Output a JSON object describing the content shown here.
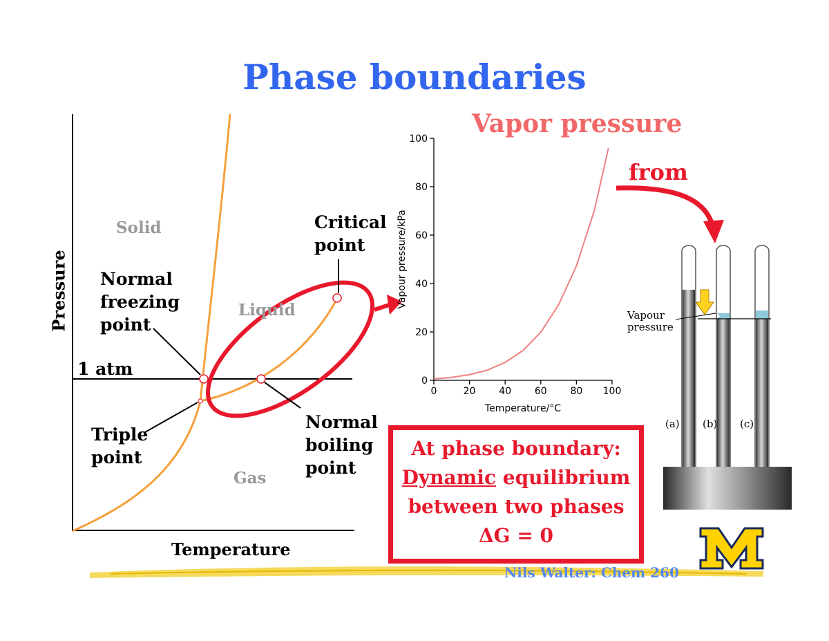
{
  "title": "Phase boundaries",
  "phase_diagram": {
    "x_axis_label": "Temperature",
    "y_axis_label": "Pressure",
    "regions": {
      "solid": "Solid",
      "liquid": "Liquid",
      "gas": "Gas"
    },
    "reference_line": "1 atm",
    "annotations": {
      "critical_point": [
        "Critical",
        "point"
      ],
      "normal_freezing_point": [
        "Normal",
        "freezing",
        "point"
      ],
      "triple_point": [
        "Triple",
        "point"
      ],
      "normal_boiling_point": [
        "Normal",
        "boiling",
        "point"
      ]
    },
    "colors": {
      "curve": "#f5a03c",
      "highlight": "#e8192c",
      "marker": "#e8192c"
    }
  },
  "vapor_heading": "Vapor pressure",
  "from_label": "from",
  "chart_data": {
    "type": "line",
    "xlabel": "Temperature/°C",
    "ylabel": "Vapour pressure/kPa",
    "xlim": [
      0,
      100
    ],
    "ylim": [
      0,
      100
    ],
    "x_ticks": [
      "0",
      "20",
      "40",
      "60",
      "80",
      "100"
    ],
    "y_ticks": [
      "0",
      "20",
      "40",
      "60",
      "80",
      "100"
    ],
    "series": [
      {
        "color": "#f08080",
        "x": [
          0,
          10,
          20,
          30,
          40,
          50,
          60,
          70,
          80,
          90,
          98
        ],
        "y": [
          0.6,
          1.2,
          2.3,
          4.2,
          7.4,
          12.3,
          19.9,
          31.2,
          47.3,
          70.1,
          96
        ]
      }
    ]
  },
  "apparatus": {
    "vapour_label": [
      "Vapour",
      "pressure"
    ],
    "tube_labels": [
      "(a)",
      "(b)",
      "(c)"
    ],
    "colors": {
      "arrow": "#ffd21e",
      "liquid": "#8fc8d8",
      "metal": "#777777"
    }
  },
  "equilibrium_box": {
    "line1": "At phase boundary:",
    "line2_underlined": "Dynamic",
    "line2_rest": " equilibrium",
    "line3": "between two phases",
    "line4": "ΔG = 0"
  },
  "footer": {
    "credit": "Nils Walter: Chem 260",
    "logo_letter": "M",
    "logo_colors": {
      "fill": "#ffd200",
      "outline": "#1a2a5a"
    }
  }
}
